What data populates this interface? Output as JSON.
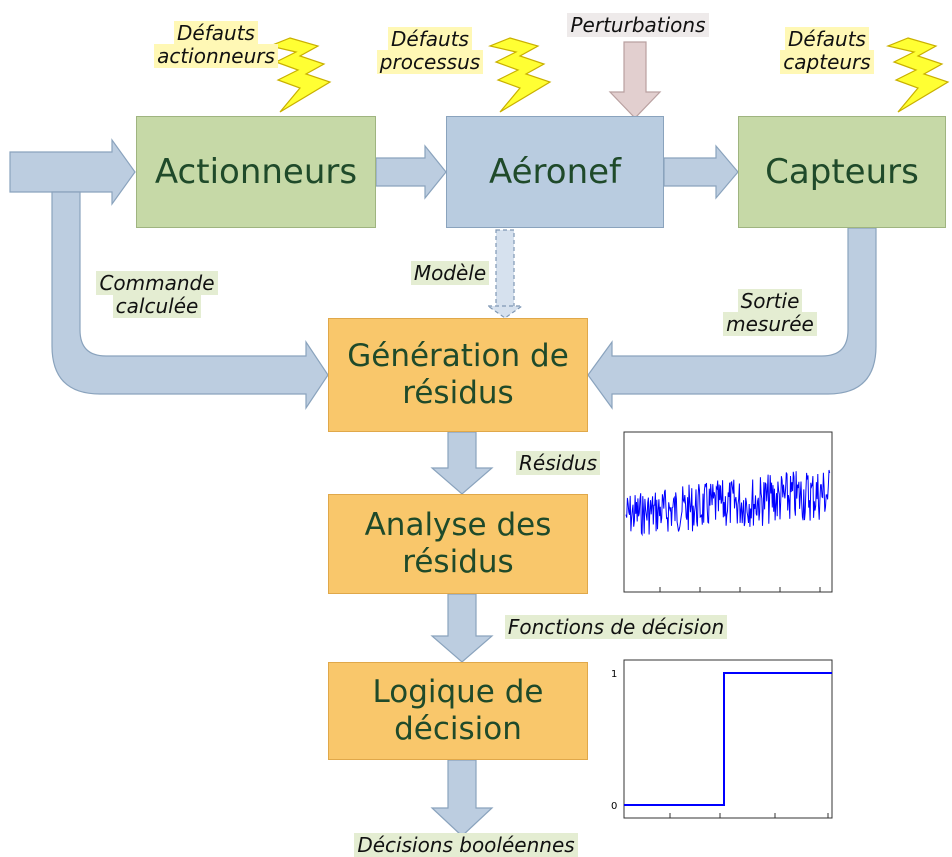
{
  "boxes": {
    "actionneurs": "Actionneurs",
    "aeronef": "Aéronef",
    "capteurs": "Capteurs",
    "generation_line1": "Génération de",
    "generation_line2": "résidus",
    "analyse_line1": "Analyse des",
    "analyse_line2": "résidus",
    "logique_line1": "Logique de",
    "logique_line2": "décision"
  },
  "labels": {
    "defauts_actionneurs_1": "Défauts",
    "defauts_actionneurs_2": "actionneurs",
    "defauts_processus_1": "Défauts",
    "defauts_processus_2": "processus",
    "perturbations": "Perturbations",
    "defauts_capteurs_1": "Défauts",
    "defauts_capteurs_2": "capteurs",
    "modele": "Modèle",
    "commande_1": "Commande",
    "commande_2": "calculée",
    "sortie_1": "Sortie",
    "sortie_2": "mesurée",
    "residus": "Résidus",
    "fonctions": "Fonctions de décision",
    "decisions": "Décisions booléennes"
  },
  "step_plot": {
    "y_tick_low": "0",
    "y_tick_high": "1"
  },
  "colors": {
    "green_box": "#c6d9a7",
    "blue_box": "#b9cce0",
    "orange_box": "#f9c76b",
    "arrow": "#b9cce0",
    "lightning": "#ffff33",
    "signal": "#0000ff"
  }
}
